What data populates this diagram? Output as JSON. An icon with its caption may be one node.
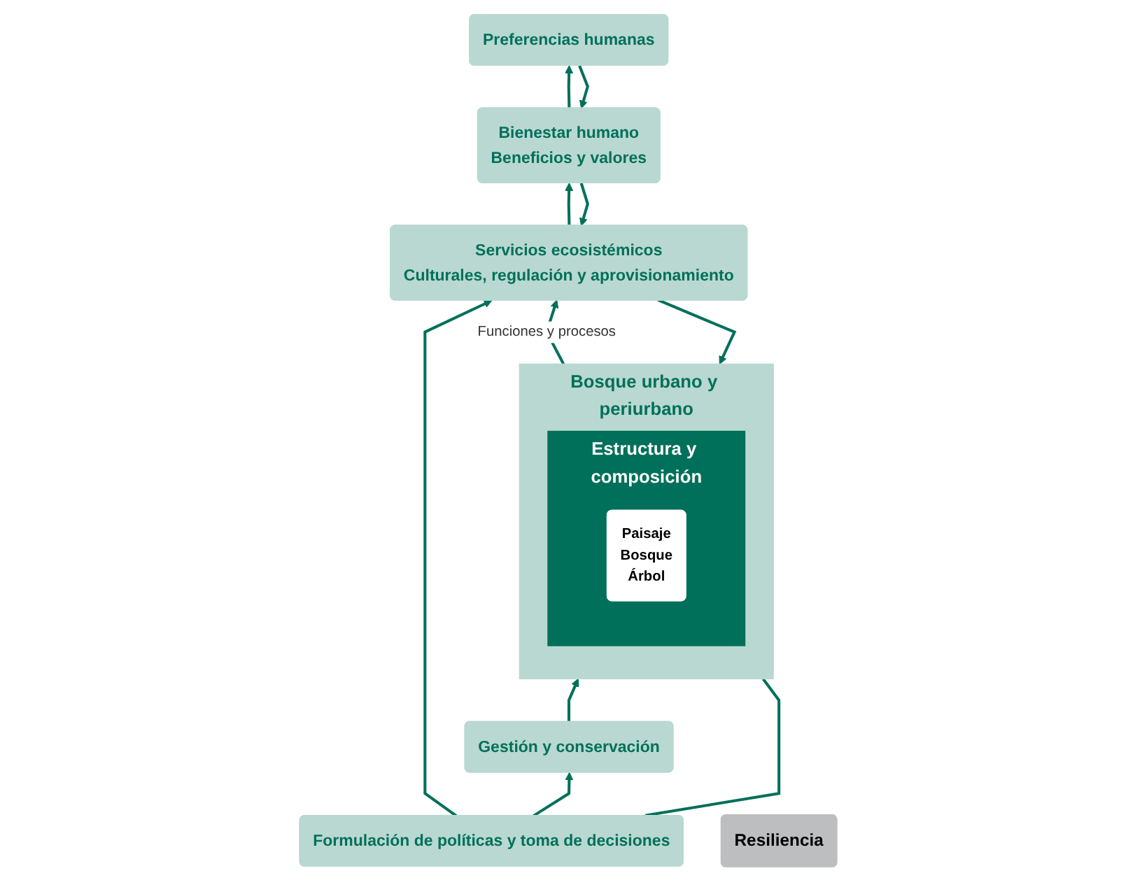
{
  "diagram": {
    "nodes": [
      {
        "text": [
          "Bosque urbano y periurbano"
        ]
      },
      {
        "text": [
          "Estructura y composición"
        ],
        "in": 0
      },
      {
        "text": [
          "Paisaje",
          "Bosque",
          "Árbol"
        ],
        "in": 1
      },
      {
        "text": [
          "Servicios ecosistémicos",
          "Culturales, regulación y aprovisionamiento"
        ]
      },
      {
        "text": [
          "Bienestar humano",
          "Beneficios y valores"
        ]
      },
      {
        "text": [
          "Gestión y conservación"
        ]
      },
      {
        "text": [
          "Formulación de políticas y toma de decisiones"
        ]
      },
      {
        "text": [
          "Preferencias humanas"
        ]
      },
      {
        "text": [
          "Resiliencia"
        ]
      }
    ],
    "edges": [
      {
        "from": 3,
        "to": 0,
        "arrow": "to"
      },
      {
        "from": 0,
        "to": 3,
        "arrow": "to",
        "label": "Funciones y procesos"
      },
      {
        "from": 3,
        "to": 4,
        "arrow": "to"
      },
      {
        "from": 4,
        "to": 3,
        "arrow": "to"
      },
      {
        "from": 4,
        "to": 7,
        "arrow": "to"
      },
      {
        "from": 7,
        "to": 4,
        "arrow": "to"
      },
      {
        "from": 5,
        "to": 0,
        "arrow": "to"
      },
      {
        "from": 6,
        "to": 5,
        "arrow": "to"
      },
      {
        "from": 6,
        "to": 3,
        "arrow": "to"
      },
      {
        "from": 6,
        "to": 0,
        "arrow": "none"
      }
    ]
  }
}
